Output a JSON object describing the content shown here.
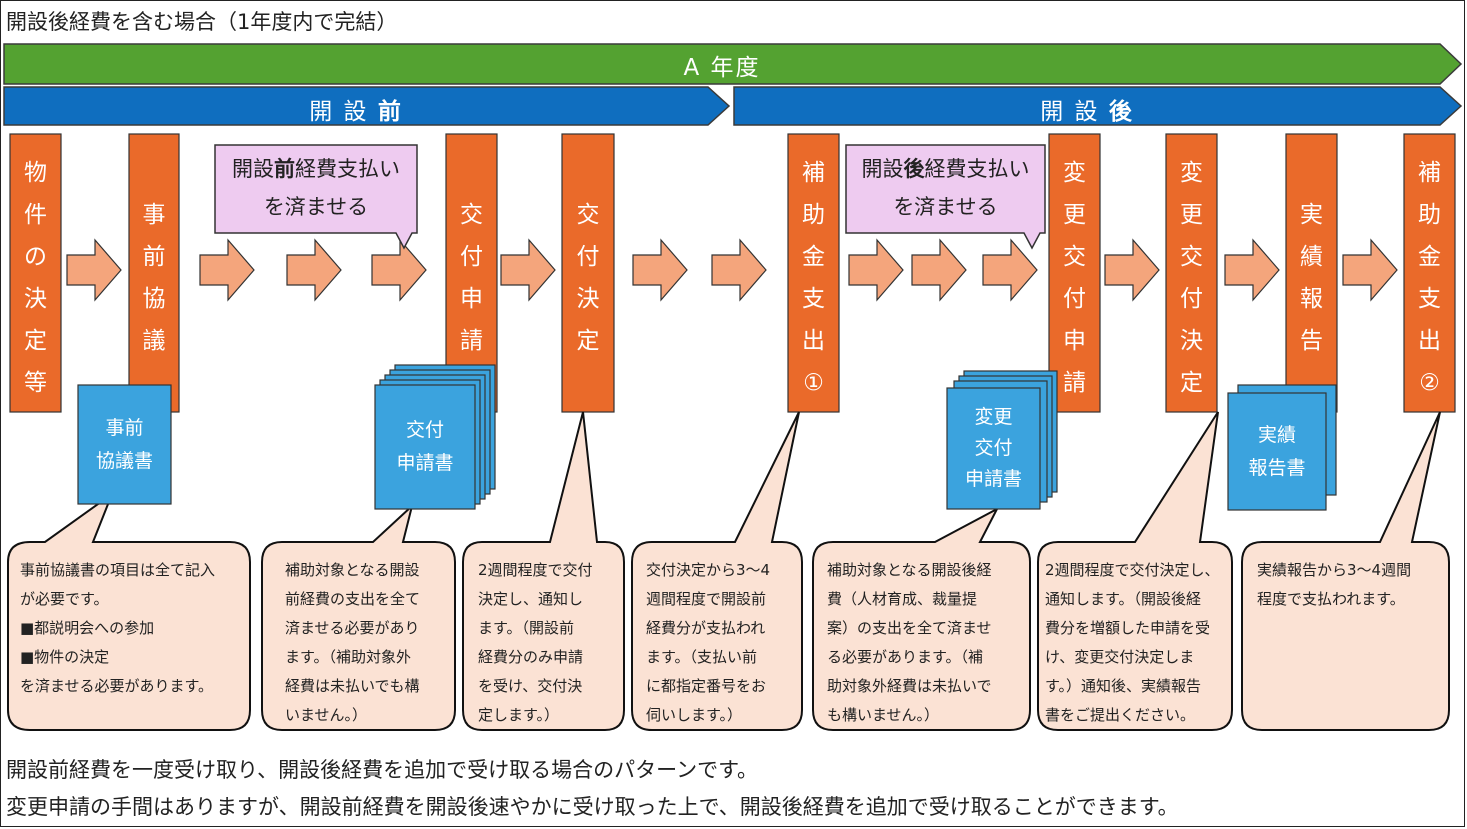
{
  "heading": "開設後経費を含む場合（1年度内で完結）",
  "year_bar": "A 年度",
  "phase_before": {
    "text": "開 設 ",
    "bold": "前"
  },
  "phase_after": {
    "text": "開 設 ",
    "bold": "後"
  },
  "columns": [
    [
      "物",
      "件",
      "の",
      "決",
      "定",
      "等"
    ],
    [
      "事",
      "前",
      "協",
      "議"
    ],
    [
      "交",
      "付",
      "申",
      "請"
    ],
    [
      "交",
      "付",
      "決",
      "定"
    ],
    [
      "補",
      "助",
      "金",
      "支",
      "出",
      "①"
    ],
    [
      "変",
      "更",
      "交",
      "付",
      "申",
      "請"
    ],
    [
      "変",
      "更",
      "交",
      "付",
      "決",
      "定"
    ],
    [
      "実",
      "績",
      "報",
      "告"
    ],
    [
      "補",
      "助",
      "金",
      "支",
      "出",
      "②"
    ]
  ],
  "documents": [
    [
      "事前",
      "協議書"
    ],
    [
      "交付",
      "申請書"
    ],
    [
      "変更",
      "交付",
      "申請書"
    ],
    [
      "実績",
      "報告書"
    ]
  ],
  "notes": [
    {
      "pre": "開設",
      "bold": "前",
      "post": "経費支払い",
      "line2": "を済ませる"
    },
    {
      "pre": "開設",
      "bold": "後",
      "post": "経費支払い",
      "line2": "を済ませる"
    }
  ],
  "bubbles": [
    [
      "事前協議書の項目は全て記入",
      "が必要です。",
      "■都説明会への参加",
      "■物件の決定",
      "を済ませる必要があります。"
    ],
    [
      "補助対象となる開設",
      "前経費の支出を全て",
      "済ませる必要があり",
      "ます。（補助対象外",
      "経費は未払いでも構",
      "いません。）"
    ],
    [
      "2週間程度で交付",
      "決定し、通知し",
      "ます。（開設前",
      "経費分のみ申請",
      "を受け、交付決",
      "定します。）"
    ],
    [
      "交付決定から3～4",
      "週間程度で開設前",
      "経費分が支払われ",
      "ます。（支払い前",
      "に都指定番号をお",
      "伺いします。）"
    ],
    [
      "補助対象となる開設後経",
      "費（人材育成、裁量提",
      "案）の支出を全て済ませ",
      "る必要があります。（補",
      "助対象外経費は未払いで",
      "も構いません。）"
    ],
    [
      "2週間程度で交付決定し、",
      "通知します。（開設後経",
      "費分を増額した申請を受",
      "け、変更交付決定しま",
      "す。）通知後、実績報告",
      "書をご提出ください。"
    ],
    [
      "実績報告から3～4週間",
      "程度で支払われます。"
    ]
  ],
  "bottom_line1": "開設前経費を一度受け取り、開設後経費を追加で受け取る場合のパターンです。",
  "bottom_line2": "変更申請の手間はありますが、開設前経費を開設後速やかに受け取った上で、開設後経費を追加で受け取ることができます。",
  "colors": {
    "year_bar": "#54A231",
    "phase_bar": "#0F6EBF",
    "column": "#EA6A2A",
    "arrow": "#F4A57C",
    "document": "#3BA3DE",
    "note": "#EECBF0",
    "bubble": "#FBE2D4"
  }
}
